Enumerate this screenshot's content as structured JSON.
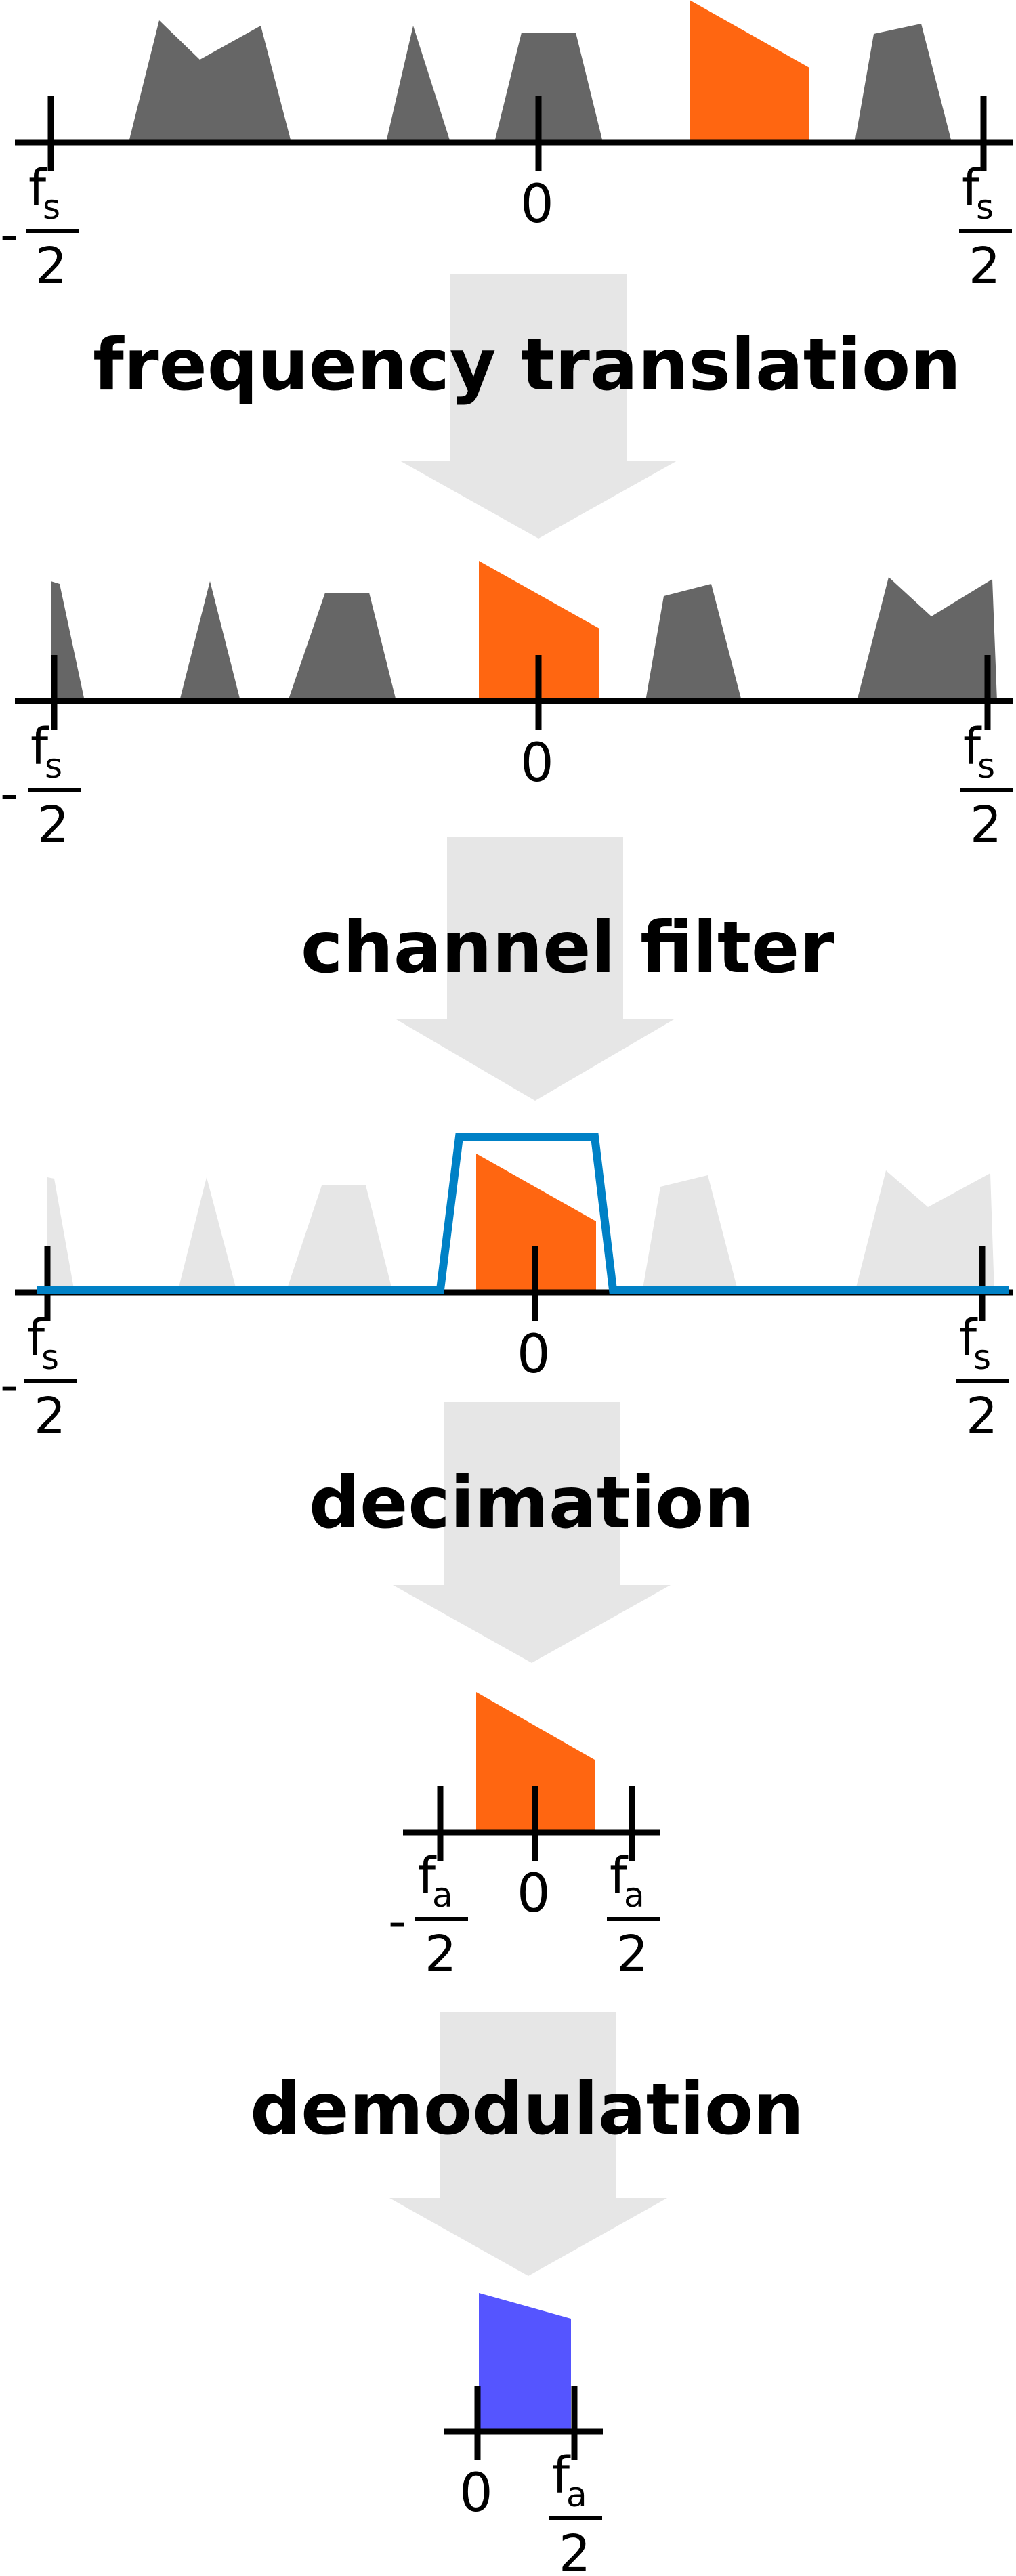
{
  "colors": {
    "axis": "#000000",
    "spectrum": "#666666",
    "ghost": "#e6e6e6",
    "arrow": "#e6e6e6",
    "selected": "#ff6611",
    "filter": "#0081c6",
    "demod": "#5555ff"
  },
  "stages": [
    {
      "label": "frequency translation"
    },
    {
      "label": "channel filter"
    },
    {
      "label": "decimation"
    },
    {
      "label": "demodulation"
    }
  ],
  "axis_labels": {
    "zero": "0",
    "minus": "-",
    "fs_f": "f",
    "fs_sub": "s",
    "fa_f": "f",
    "fa_sub": "a",
    "two": "2"
  }
}
